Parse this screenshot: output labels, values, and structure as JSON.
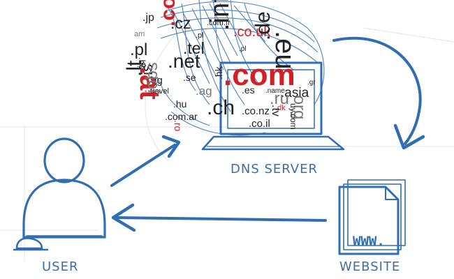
{
  "labels": {
    "dns_server": "DNS SERVER",
    "user": "USER",
    "website": "WEBSITE",
    "website_screen_text": "WWW."
  },
  "colors": {
    "sketch_blue": "#2f6eb3",
    "caption_blue": "#3a6ea5",
    "tag_red": "#d51f26",
    "tag_dark": "#222222",
    "tag_grey": "#777777"
  },
  "tags": [
    {
      "text": ".jp",
      "tone": "dark"
    },
    {
      "text": ".cz",
      "tone": "dark"
    },
    {
      "text": "am",
      "tone": "grey"
    },
    {
      "text": ".co",
      "tone": "red"
    },
    {
      "text": ".pl",
      "tone": "dark"
    },
    {
      "text": ".com.fr",
      "tone": "dark"
    },
    {
      "text": ".co.uk",
      "tone": "red"
    },
    {
      "text": ".pl",
      "tone": "dark"
    },
    {
      "text": ".tel",
      "tone": "dark"
    },
    {
      "text": ".info",
      "tone": "dark"
    },
    {
      "text": ".pl",
      "tone": "dark"
    },
    {
      "text": ".de",
      "tone": "dark"
    },
    {
      "text": ".eu",
      "tone": "dark"
    },
    {
      "text": ".be",
      "tone": "dark"
    },
    {
      "text": ".net",
      "tone": "dark"
    },
    {
      "text": ".com",
      "tone": "red"
    },
    {
      "text": ".je",
      "tone": "dark"
    },
    {
      "text": ".gg",
      "tone": "dark"
    },
    {
      "text": ".se",
      "tone": "dark"
    },
    {
      "text": ".at",
      "tone": "red"
    },
    {
      "text": ".ag",
      "tone": "grey"
    },
    {
      "text": ".lt",
      "tone": "dark"
    },
    {
      "text": ".is",
      "tone": "dark"
    },
    {
      "text": ".travel",
      "tone": "dark"
    },
    {
      "text": ".hk",
      "tone": "dark"
    },
    {
      "text": ".es",
      "tone": "dark"
    },
    {
      "text": ".name",
      "tone": "dark"
    },
    {
      "text": ".asia",
      "tone": "dark"
    },
    {
      "text": ".gr",
      "tone": "dark"
    },
    {
      "text": ".ru",
      "tone": "grey"
    },
    {
      "text": ".org",
      "tone": "grey"
    },
    {
      "text": ".hu",
      "tone": "dark"
    },
    {
      "text": ".ch",
      "tone": "dark"
    },
    {
      "text": ".jobs",
      "tone": "grey"
    },
    {
      "text": ".com.ar",
      "tone": "dark"
    },
    {
      "text": ".co.nz",
      "tone": "dark"
    },
    {
      "text": ".dk",
      "tone": "red"
    },
    {
      "text": ".tv",
      "tone": "dark"
    },
    {
      "text": "uy.com",
      "tone": "dark"
    },
    {
      "text": ".co.il",
      "tone": "dark"
    },
    {
      "text": ".ro",
      "tone": "red"
    }
  ]
}
